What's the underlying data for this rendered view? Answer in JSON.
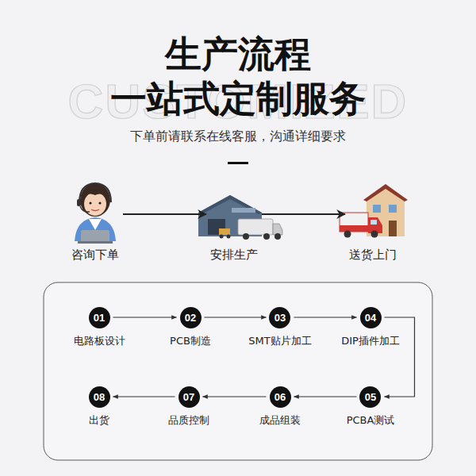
{
  "diagram": {
    "title": "生产流程 一站式定制服务",
    "nodes": [
      {
        "text": [
          "咨询下单"
        ]
      },
      {
        "text": [
          "安排生产"
        ]
      },
      {
        "text": [
          "送货上门"
        ]
      },
      {
        "text": [
          "01",
          "电路板设计"
        ]
      },
      {
        "text": [
          "02",
          "PCB制造"
        ]
      },
      {
        "text": [
          "03",
          "SMT贴片加工"
        ]
      },
      {
        "text": [
          "04",
          "DIP插件加工"
        ]
      },
      {
        "text": [
          "05",
          "PCBA测试"
        ]
      },
      {
        "text": [
          "06",
          "成品组装"
        ]
      },
      {
        "text": [
          "07",
          "品质控制"
        ]
      },
      {
        "text": [
          "08",
          "出货"
        ]
      }
    ],
    "edges": [
      {
        "from": 0,
        "to": 1,
        "arrow": "to"
      },
      {
        "from": 1,
        "to": 2,
        "arrow": "to"
      },
      {
        "from": 3,
        "to": 4,
        "arrow": "to"
      },
      {
        "from": 4,
        "to": 5,
        "arrow": "to"
      },
      {
        "from": 5,
        "to": 6,
        "arrow": "to"
      },
      {
        "from": 6,
        "to": 7,
        "arrow": "to"
      },
      {
        "from": 7,
        "to": 8,
        "arrow": "to"
      },
      {
        "from": 8,
        "to": 9,
        "arrow": "to"
      },
      {
        "from": 9,
        "to": 10,
        "arrow": "to"
      }
    ],
    "labels": [
      "CUSTOMIZED",
      "下单前请联系在线客服，沟通详细要求"
    ]
  }
}
